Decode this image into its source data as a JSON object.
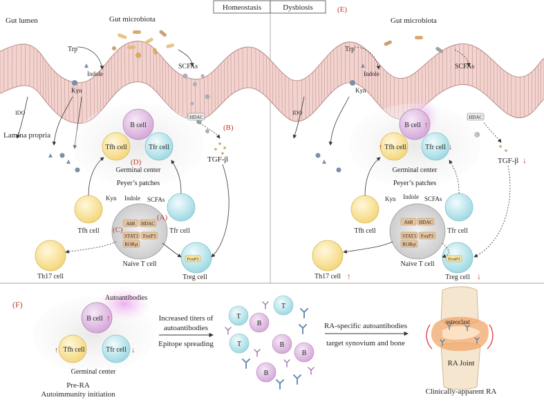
{
  "header": {
    "homeostasis": "Homeostasis",
    "dysbiosis": "Dysbiosis"
  },
  "panel_labels": {
    "A": "(A)",
    "B": "(B)",
    "C": "(C)",
    "D": "(D)",
    "E": "(E)",
    "F": "(F)"
  },
  "left": {
    "gut_lumen": "Gut lumen",
    "gut_microbiota": "Gut microbiota",
    "trp": "Trp",
    "indole": "Indole",
    "kyn": "Kyn",
    "scfas": "SCFAs",
    "ido": "IDO",
    "hdac": "HDAC",
    "lamina_propria": "Lamina propria",
    "tgf_beta": "TGF-β",
    "b_cell": "B cell",
    "tfh_cell": "Tfh cell",
    "tfr_cell": "Tfr cell",
    "germinal_center": "Germinal center",
    "peyers_patches": "Peyer’s patches",
    "kyn2": "Kyn",
    "indole2": "Indole",
    "scfas2": "SCFAs",
    "ahr": "AhR",
    "hdac2": "HDAC",
    "stat3": "STAT3",
    "foxp3": "FoxP3",
    "ror": "RORγt",
    "tfh_cell2": "Tfh cell",
    "tfr_cell2": "Tfr cell",
    "naive_t": "Naive T cell",
    "th17": "Th17 cell",
    "treg": "Treg cell",
    "foxp3_badge": "FoxP3"
  },
  "right": {
    "gut_microbiota": "Gut microbiota",
    "trp": "Trp",
    "indole": "Indole",
    "kyn": "Kyn",
    "scfas": "SCFAs",
    "ido": "IDO",
    "hdac": "HDAC",
    "tgf_beta": "TGF-β",
    "b_cell": "B cell",
    "tfh_cell": "Tfh cell",
    "tfr_cell": "Tfr cell",
    "germinal_center": "Germinal center",
    "peyers_patches": "Peyer’s patches",
    "kyn2": "Kyn",
    "indole2": "Indole",
    "scfas2": "SCFAs",
    "ahr": "AhR",
    "hdac2": "HDAC",
    "stat3": "STAT3",
    "foxp3": "FoxP3",
    "ror": "RORγt",
    "tfh_cell2": "Tfh cell",
    "tfr_cell2": "Tfr cell",
    "naive_t": "Naive T cell",
    "th17": "Th17 cell",
    "treg": "Treg cell",
    "foxp3_badge": "FoxP3",
    "up": "↑",
    "down": "↓"
  },
  "bottom": {
    "autoantibodies": "Autoantibodies",
    "b_cell": "B cell",
    "tfh_cell": "Tfh cell",
    "tfr_cell": "Tfr cell",
    "germinal_center": "Germinal center",
    "pre_ra": "Pre-RA",
    "autoimmunity": "Autoimmunity initiation",
    "increased_line1": "Increased titers of",
    "increased_line2": "autoantibodies",
    "epitope": "Epitope spreading",
    "ra_specific": "RA-specific autoantibodies",
    "target": "target synovium and bone",
    "osteoclast": "osteoclast",
    "ra_joint": "RA Joint",
    "clinical": "Clinically-apparent RA",
    "t": "T",
    "b": "B"
  },
  "colors": {
    "epithelium": "#f3d3cf",
    "epithelium_stroke": "#b88a85",
    "bcell": "#e6c8e8",
    "tfh": "#fbe7a6",
    "tfr": "#cdeef3",
    "treg": "#cdeef3",
    "red_label": "#c0392b"
  }
}
